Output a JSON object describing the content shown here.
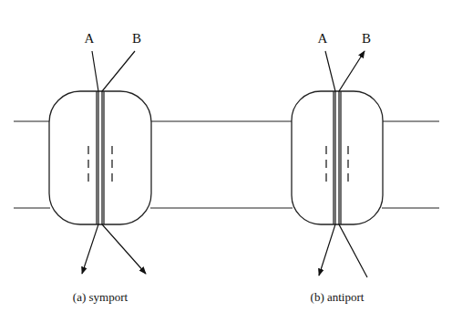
{
  "diagram": {
    "labels": [
      "A",
      "B",
      "(a) symport",
      "A",
      "B",
      "(b) antiport"
    ]
  }
}
